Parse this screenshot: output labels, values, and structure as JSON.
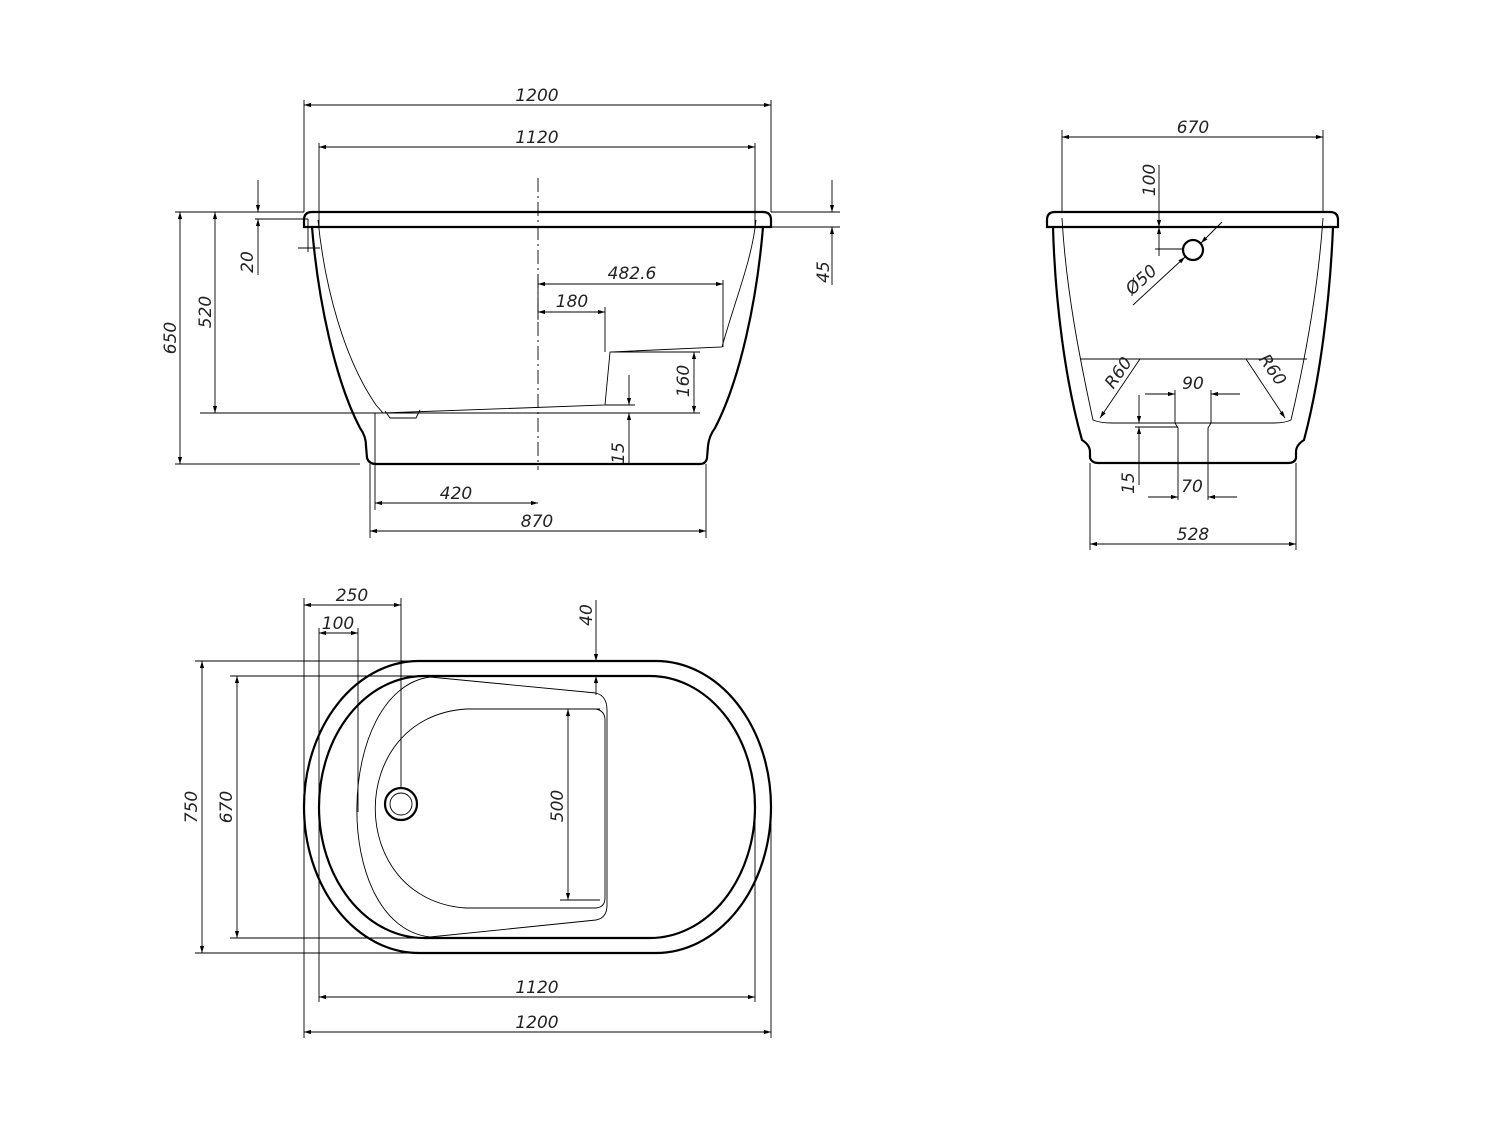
{
  "side_view": {
    "dims": {
      "overall_length": "1200",
      "inner_length": "1120",
      "rim_offset": "20",
      "total_height": "650",
      "inner_depth": "520",
      "rim_thickness": "45",
      "step_length": "482.6",
      "seat_offset": "180",
      "seat_height": "160",
      "floor_slope": "15",
      "drain_offset": "420",
      "base_length": "870"
    }
  },
  "end_view": {
    "dims": {
      "overall_width": "670",
      "overflow_height": "100",
      "overflow_diameter": "Ø50",
      "radius_left": "R60",
      "radius_right": "R60",
      "drain_outer": "90",
      "drain_inner": "70",
      "drain_depth": "15",
      "base_width": "528"
    }
  },
  "top_view": {
    "dims": {
      "drain_position": "250",
      "inner_offset": "100",
      "rim_width": "40",
      "overall_width": "750",
      "inner_width": "670",
      "seat_width": "500",
      "inner_length": "1120",
      "overall_length": "1200"
    }
  },
  "colors": {
    "line": "#000000",
    "background": "#ffffff"
  }
}
